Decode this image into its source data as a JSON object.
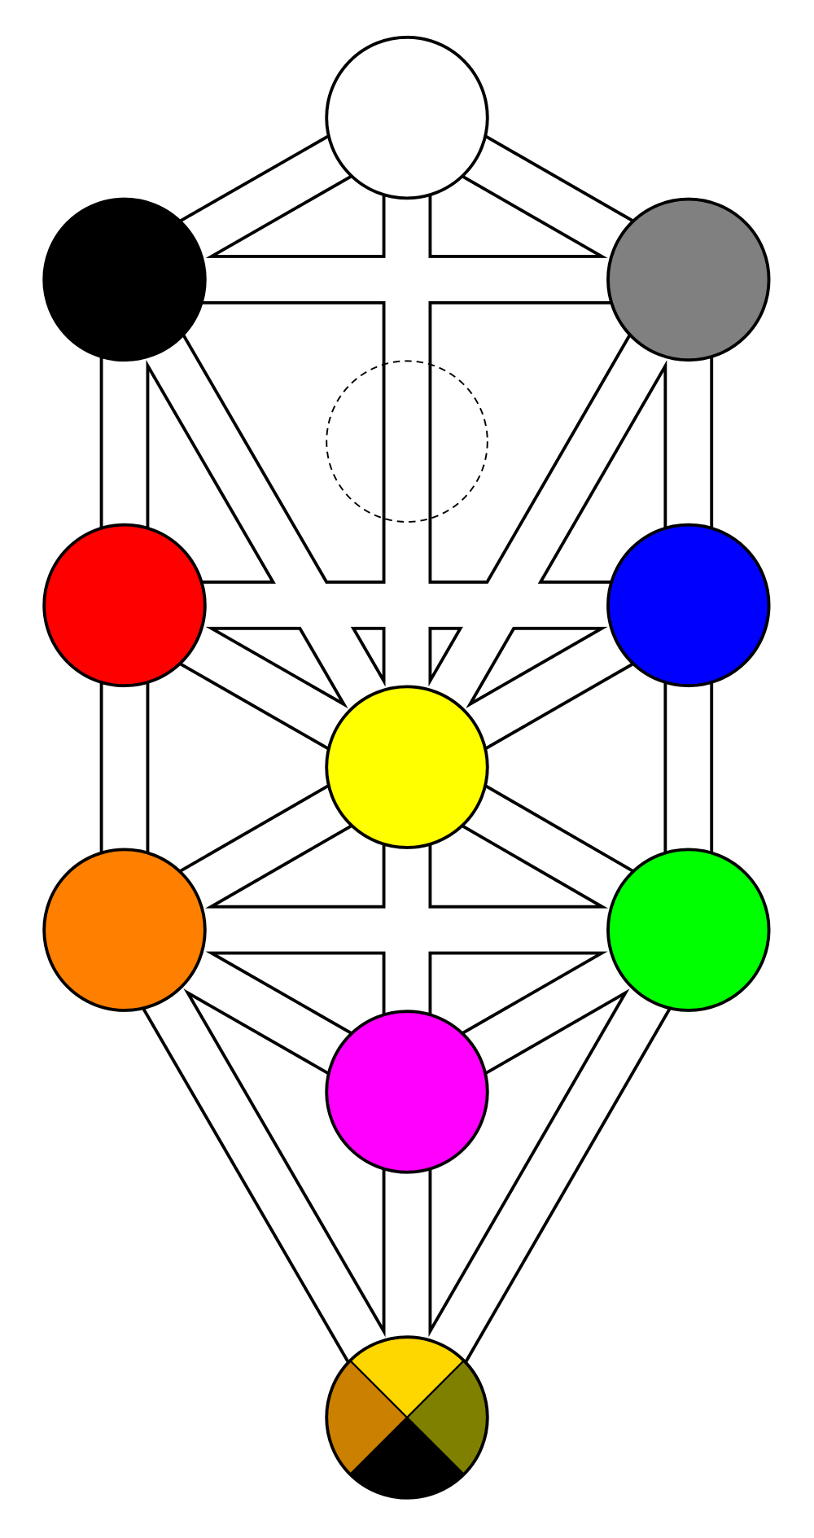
{
  "diagram": {
    "type": "tree-of-life",
    "background": "#ffffff",
    "outline_color": "#000000",
    "path_fill": "#ffffff",
    "nodes": [
      {
        "id": "n1",
        "fill": "#ffffff"
      },
      {
        "id": "n2",
        "fill": "#808080"
      },
      {
        "id": "n3",
        "fill": "#000000"
      },
      {
        "id": "n4",
        "fill": "#0000ff"
      },
      {
        "id": "n5",
        "fill": "#ff0000"
      },
      {
        "id": "n6",
        "fill": "#ffff00"
      },
      {
        "id": "n7",
        "fill": "#00ff00"
      },
      {
        "id": "n8",
        "fill": "#ff8000"
      },
      {
        "id": "n9",
        "fill": "#ff00ff"
      },
      {
        "id": "n10",
        "quarters": [
          "#ffd700",
          "#808000",
          "#000000",
          "#cc8000"
        ]
      }
    ],
    "hidden_node": {
      "id": "daath",
      "style": "dashed outline"
    },
    "paths": [
      [
        "n1",
        "n2"
      ],
      [
        "n1",
        "n3"
      ],
      [
        "n1",
        "n6"
      ],
      [
        "n2",
        "n3"
      ],
      [
        "n2",
        "n6"
      ],
      [
        "n2",
        "n4"
      ],
      [
        "n3",
        "n6"
      ],
      [
        "n3",
        "n5"
      ],
      [
        "n4",
        "n5"
      ],
      [
        "n4",
        "n6"
      ],
      [
        "n4",
        "n7"
      ],
      [
        "n5",
        "n6"
      ],
      [
        "n5",
        "n8"
      ],
      [
        "n6",
        "n7"
      ],
      [
        "n6",
        "n8"
      ],
      [
        "n6",
        "n9"
      ],
      [
        "n7",
        "n8"
      ],
      [
        "n7",
        "n9"
      ],
      [
        "n7",
        "n10"
      ],
      [
        "n8",
        "n9"
      ],
      [
        "n8",
        "n10"
      ],
      [
        "n9",
        "n10"
      ]
    ]
  }
}
